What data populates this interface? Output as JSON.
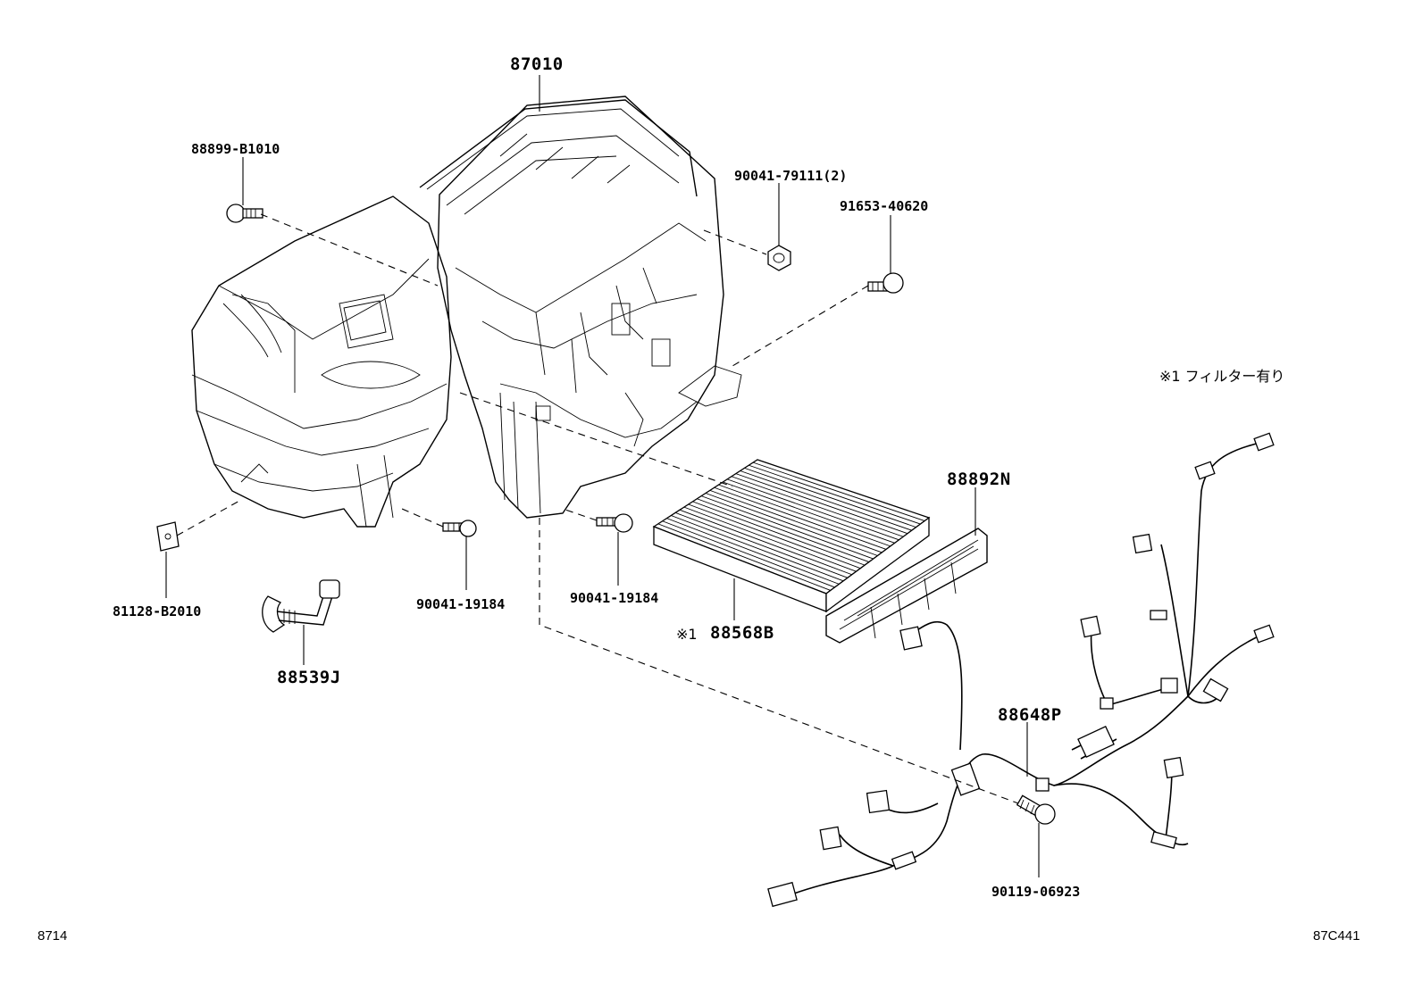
{
  "parts": {
    "heater_unit": "87010",
    "clip_top": "88899-B1010",
    "nut": "90041-79111(2)",
    "screw_right": "91653-40620",
    "filter_cover": "88892N",
    "clip_left": "81128-B2010",
    "screw_a": "90041-19184",
    "screw_b": "90041-19184",
    "filter_mark": "※1",
    "filter": "88568B",
    "hose": "88539J",
    "harness": "88648P",
    "bolt": "90119-06923"
  },
  "note": "※1  フィルター有り",
  "footer": {
    "left_code": "8714",
    "right_code": "87C441"
  }
}
